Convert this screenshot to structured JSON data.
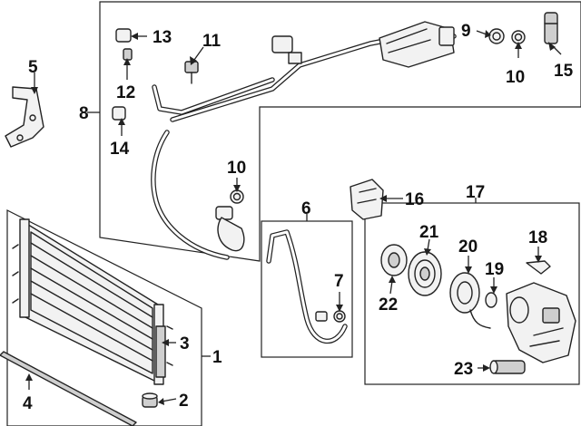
{
  "callouts": {
    "c1": "1",
    "c2": "2",
    "c3": "3",
    "c4": "4",
    "c5": "5",
    "c6": "6",
    "c7": "7",
    "c8": "8",
    "c9": "9",
    "c10a": "10",
    "c10b": "10",
    "c11": "11",
    "c12": "12",
    "c13": "13",
    "c14": "14",
    "c15": "15",
    "c16": "16",
    "c17": "17",
    "c18": "18",
    "c19": "19",
    "c20": "20",
    "c21": "21",
    "c22": "22",
    "c23": "23"
  },
  "colors": {
    "line": "#222222",
    "background": "#ffffff"
  }
}
